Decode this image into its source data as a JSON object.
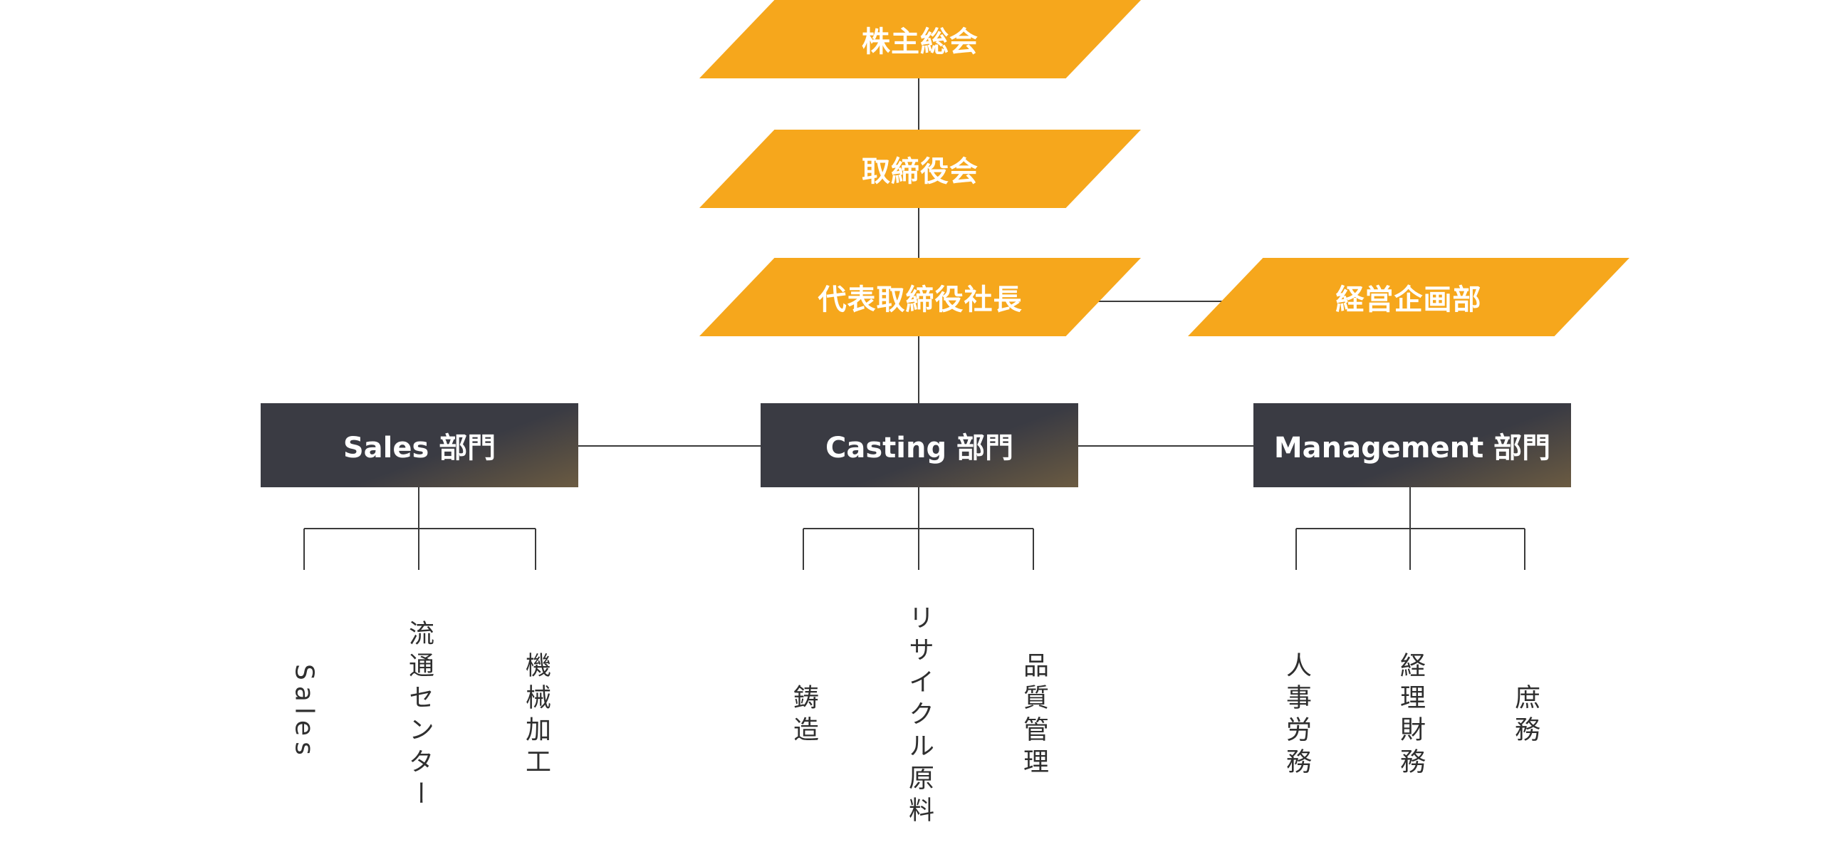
{
  "colors": {
    "accent": "#f6a71c",
    "dept": "#3a3b43",
    "line": "#3a3a3a",
    "text": "#2f2f2f"
  },
  "top": {
    "shareholders": "株主総会",
    "board": "取締役会",
    "president": "代表取締役社長",
    "planning": "経営企画部"
  },
  "departments": {
    "sales": {
      "label": "Sales 部門",
      "units": [
        "Sales",
        "流通センター",
        "機械加工"
      ]
    },
    "casting": {
      "label": "Casting 部門",
      "units": [
        "鋳造",
        "リサイクル原料",
        "品質管理"
      ]
    },
    "management": {
      "label": "Management 部門",
      "units": [
        "人事労務",
        "経理財務",
        "庶務"
      ]
    }
  }
}
